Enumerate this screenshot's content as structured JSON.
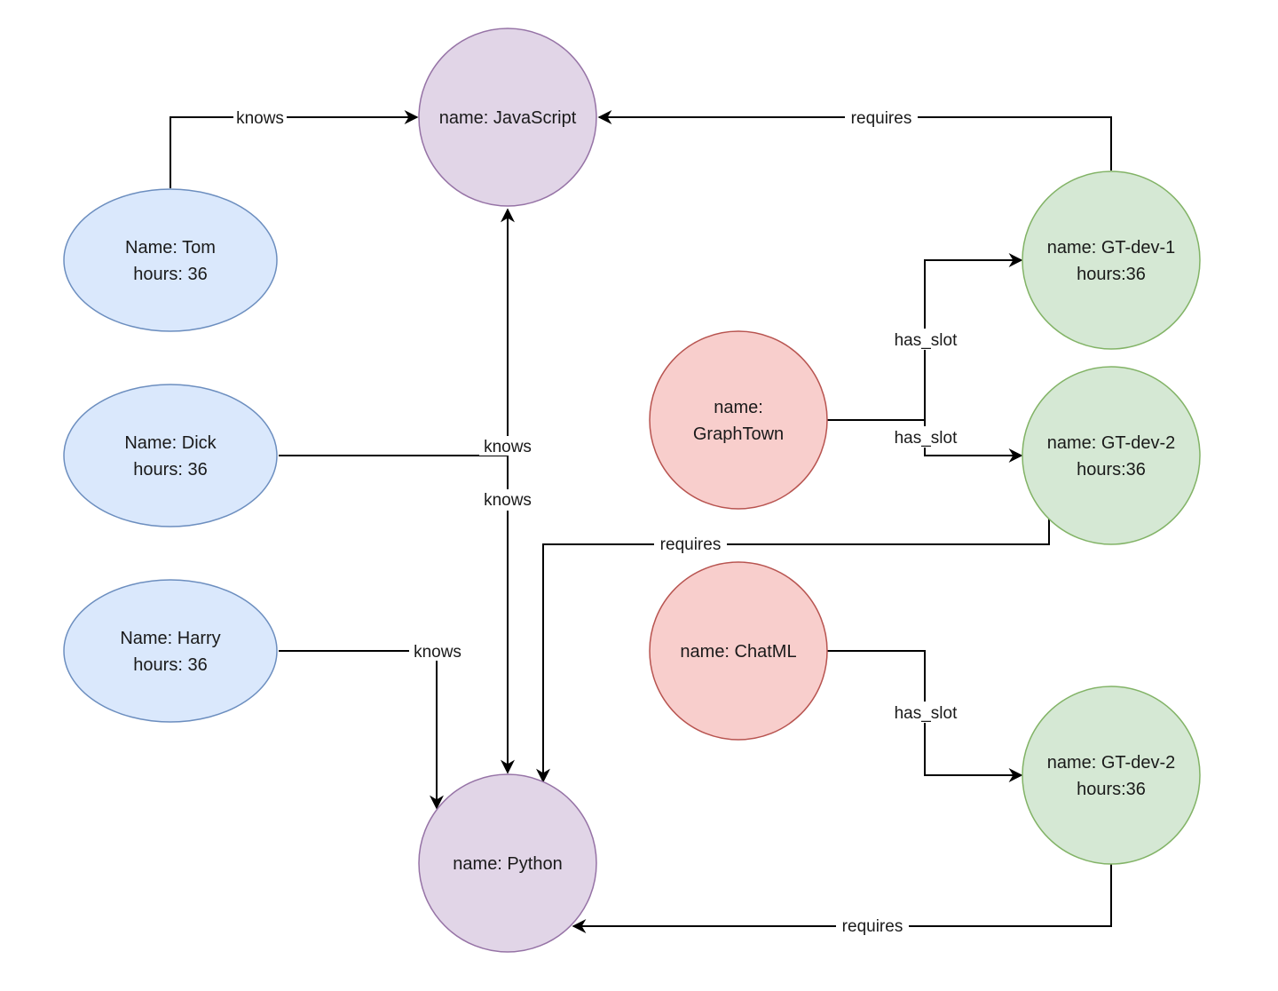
{
  "diagram": {
    "colors": {
      "person_fill": "#dae8fc",
      "person_stroke": "#6c8ebf",
      "language_fill": "#e1d5e7",
      "language_stroke": "#9673a6",
      "project_fill": "#f8cecc",
      "project_stroke": "#b85450",
      "slot_fill": "#d5e8d4",
      "slot_stroke": "#82b366",
      "edge": "#000000"
    },
    "nodes": {
      "javascript": {
        "lines": [
          "name: JavaScript"
        ]
      },
      "python": {
        "lines": [
          "name: Python"
        ]
      },
      "tom": {
        "lines": [
          "Name: Tom",
          "hours: 36"
        ]
      },
      "dick": {
        "lines": [
          "Name: Dick",
          "hours: 36"
        ]
      },
      "harry": {
        "lines": [
          "Name: Harry",
          "hours: 36"
        ]
      },
      "graphtown": {
        "lines": [
          "name:",
          "GraphTown"
        ]
      },
      "chatml": {
        "lines": [
          "name: ChatML"
        ]
      },
      "gt_dev_1": {
        "lines": [
          "name: GT-dev-1",
          "hours:36"
        ]
      },
      "gt_dev_2_a": {
        "lines": [
          "name: GT-dev-2",
          "hours:36"
        ]
      },
      "gt_dev_2_b": {
        "lines": [
          "name: GT-dev-2",
          "hours:36"
        ]
      }
    },
    "edges": {
      "tom_js": "knows",
      "dick_js": "knows",
      "dick_py": "knows",
      "harry_py": "knows",
      "gt_dev1_js": "requires",
      "gt_dev2a_py": "requires",
      "gt_dev2b_py": "requires",
      "graphtown_dev1": "has_slot",
      "graphtown_dev2a": "has_slot",
      "chatml_dev2b": "has_slot"
    }
  }
}
